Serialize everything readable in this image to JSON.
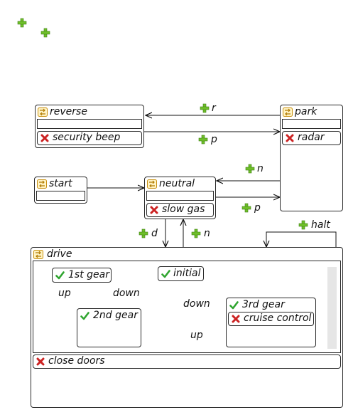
{
  "diagram": {
    "states": {
      "reverse": {
        "name": "reverse",
        "action": "security beep"
      },
      "park": {
        "name": "park",
        "action": "radar"
      },
      "start": {
        "name": "start"
      },
      "neutral": {
        "name": "neutral",
        "action": "slow gas"
      },
      "drive": {
        "name": "drive",
        "action": "close doors"
      },
      "first_gear": {
        "name": "1st gear"
      },
      "initial": {
        "name": "initial"
      },
      "second_gear": {
        "name": "2nd gear"
      },
      "third_gear": {
        "name": "3rd gear",
        "action": "cruise control"
      }
    },
    "transitions": {
      "r": "r",
      "p1": "p",
      "n1": "n",
      "p2": "p",
      "d": "d",
      "n2": "n",
      "halt": "halt",
      "up1": "up",
      "down1": "down",
      "down2": "down",
      "up2": "up"
    },
    "colors": {
      "plus": "#5aa51e",
      "cross": "#cc2222",
      "check": "#2fa52f",
      "state_icon": "#d8a020"
    },
    "icons": {
      "plus": "plus-icon",
      "cross": "cross-icon",
      "check": "check-icon",
      "state": "state-icon"
    }
  }
}
